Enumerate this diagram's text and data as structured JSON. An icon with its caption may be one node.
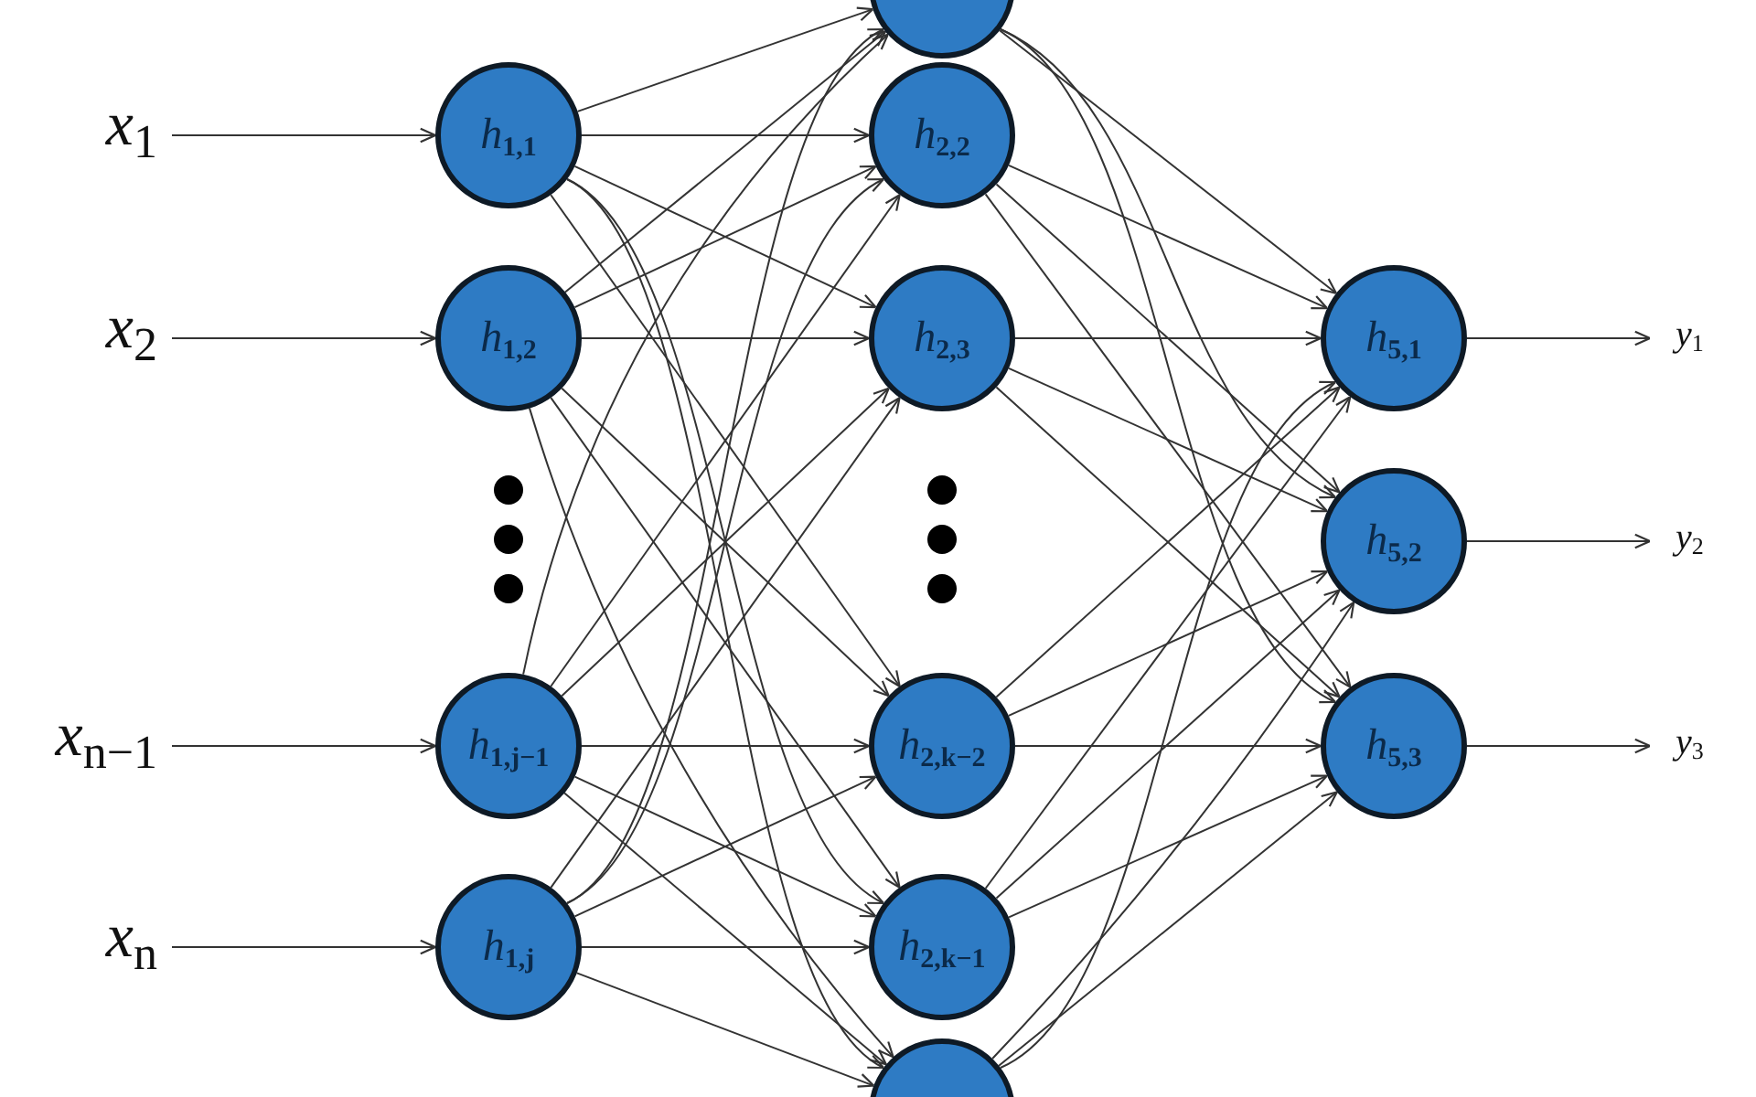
{
  "diagram": {
    "nodes": [
      {
        "text": [
          "x$_{1}$"
        ]
      },
      {
        "text": [
          "x$_{2}$"
        ]
      },
      {
        "text": [
          "x$_{n−1}$"
        ]
      },
      {
        "text": [
          "x$_{n}$"
        ]
      },
      {
        "text": [
          "h$_{1,1}$"
        ]
      },
      {
        "text": [
          "h$_{1,2}$"
        ]
      },
      {
        "text": [
          "h$_{1,j−1}$"
        ]
      },
      {
        "text": [
          "h$_{1,j}$"
        ]
      },
      {
        "text": [],
        "shape": "circle"
      },
      {
        "text": [
          "h$_{2,2}$"
        ]
      },
      {
        "text": [
          "h$_{2,3}$"
        ]
      },
      {
        "text": [
          "h$_{2,k−2}$"
        ]
      },
      {
        "text": [
          "h$_{2,k−1}$"
        ]
      },
      {
        "text": [],
        "shape": "circle"
      },
      {
        "text": [
          "h$_{5,1}$"
        ]
      },
      {
        "text": [
          "h$_{5,2}$"
        ]
      },
      {
        "text": [
          "h$_{5,3}$"
        ]
      },
      {
        "text": [
          "y$_{1}$"
        ]
      },
      {
        "text": [
          "y$_{2}$"
        ]
      },
      {
        "text": [
          "y$_{3}$"
        ]
      }
    ],
    "edges": [
      {
        "from": 0,
        "to": 4,
        "arrow": "to"
      },
      {
        "from": 1,
        "to": 5,
        "arrow": "to"
      },
      {
        "from": 2,
        "to": 6,
        "arrow": "to"
      },
      {
        "from": 3,
        "to": 7,
        "arrow": "to"
      },
      {
        "from": 4,
        "to": 8,
        "arrow": "to"
      },
      {
        "from": 4,
        "to": 9,
        "arrow": "to"
      },
      {
        "from": 4,
        "to": 10,
        "arrow": "to"
      },
      {
        "from": 4,
        "to": 11,
        "arrow": "to"
      },
      {
        "from": 4,
        "to": 12,
        "arrow": "to"
      },
      {
        "from": 4,
        "to": 13,
        "arrow": "to"
      },
      {
        "from": 5,
        "to": 8,
        "arrow": "to"
      },
      {
        "from": 5,
        "to": 9,
        "arrow": "to"
      },
      {
        "from": 5,
        "to": 10,
        "arrow": "to"
      },
      {
        "from": 5,
        "to": 11,
        "arrow": "to"
      },
      {
        "from": 5,
        "to": 12,
        "arrow": "to"
      },
      {
        "from": 5,
        "to": 13,
        "arrow": "to"
      },
      {
        "from": 6,
        "to": 8,
        "arrow": "to"
      },
      {
        "from": 6,
        "to": 9,
        "arrow": "to"
      },
      {
        "from": 6,
        "to": 10,
        "arrow": "to"
      },
      {
        "from": 6,
        "to": 11,
        "arrow": "to"
      },
      {
        "from": 6,
        "to": 12,
        "arrow": "to"
      },
      {
        "from": 6,
        "to": 13,
        "arrow": "to"
      },
      {
        "from": 7,
        "to": 8,
        "arrow": "to"
      },
      {
        "from": 7,
        "to": 9,
        "arrow": "to"
      },
      {
        "from": 7,
        "to": 10,
        "arrow": "to"
      },
      {
        "from": 7,
        "to": 11,
        "arrow": "to"
      },
      {
        "from": 7,
        "to": 12,
        "arrow": "to"
      },
      {
        "from": 7,
        "to": 13,
        "arrow": "to"
      },
      {
        "from": 8,
        "to": 14,
        "arrow": "to"
      },
      {
        "from": 8,
        "to": 15,
        "arrow": "to"
      },
      {
        "from": 8,
        "to": 16,
        "arrow": "to"
      },
      {
        "from": 9,
        "to": 14,
        "arrow": "to"
      },
      {
        "from": 9,
        "to": 15,
        "arrow": "to"
      },
      {
        "from": 9,
        "to": 16,
        "arrow": "to"
      },
      {
        "from": 10,
        "to": 14,
        "arrow": "to"
      },
      {
        "from": 10,
        "to": 15,
        "arrow": "to"
      },
      {
        "from": 10,
        "to": 16,
        "arrow": "to"
      },
      {
        "from": 11,
        "to": 14,
        "arrow": "to"
      },
      {
        "from": 11,
        "to": 15,
        "arrow": "to"
      },
      {
        "from": 11,
        "to": 16,
        "arrow": "to"
      },
      {
        "from": 12,
        "to": 14,
        "arrow": "to"
      },
      {
        "from": 12,
        "to": 15,
        "arrow": "to"
      },
      {
        "from": 12,
        "to": 16,
        "arrow": "to"
      },
      {
        "from": 13,
        "to": 14,
        "arrow": "to"
      },
      {
        "from": 13,
        "to": 15,
        "arrow": "to"
      },
      {
        "from": 13,
        "to": 16,
        "arrow": "to"
      },
      {
        "from": 14,
        "to": 17,
        "arrow": "to"
      },
      {
        "from": 15,
        "to": 18,
        "arrow": "to"
      },
      {
        "from": 16,
        "to": 19,
        "arrow": "to"
      }
    ]
  }
}
